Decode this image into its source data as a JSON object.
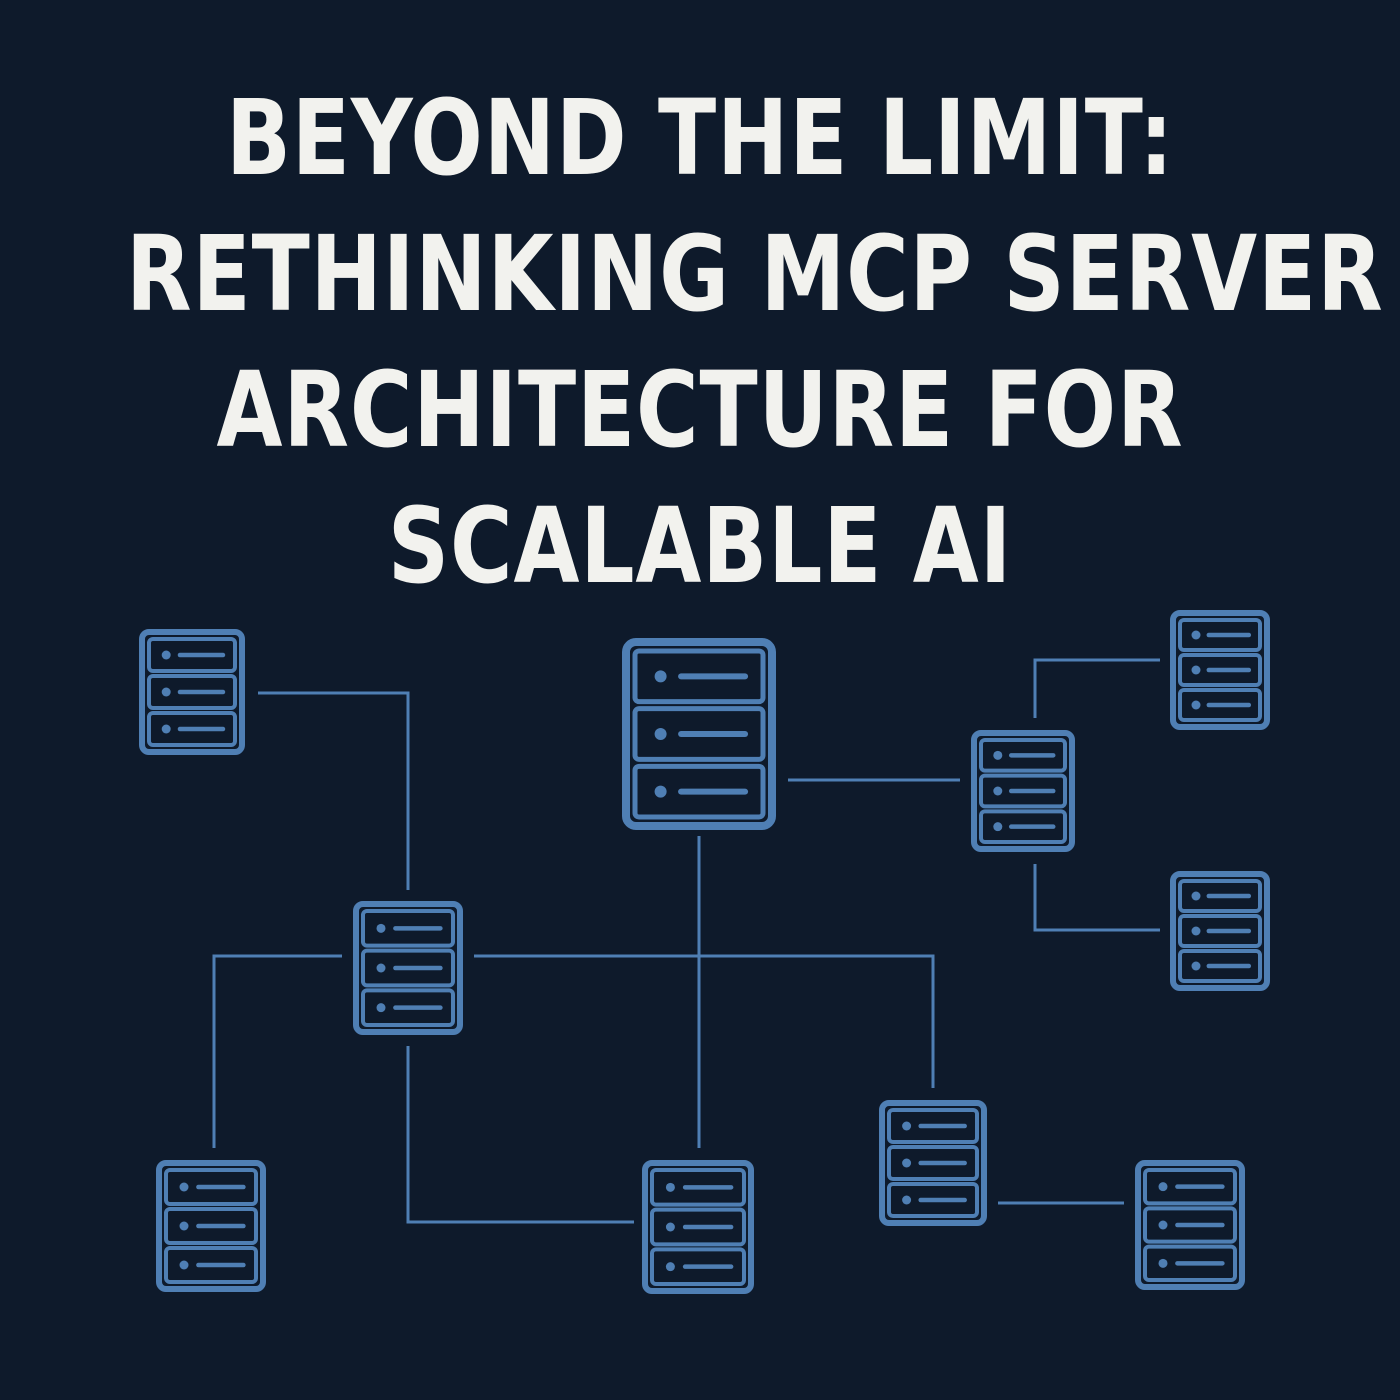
{
  "title": {
    "lines": [
      "BEYOND THE LIMIT:",
      "RETHINKING MCP SERVER",
      "ARCHITECTURE FOR",
      "SCALABLE AI"
    ]
  },
  "colors": {
    "background": "#0e1a2b",
    "title_text": "#f2f2ee",
    "server_stroke": "#4f7fb4",
    "connector": "#4f7fb4"
  },
  "diagram": {
    "node_icon": "server-rack-icon",
    "nodes": [
      {
        "id": "top-left"
      },
      {
        "id": "top-center-main"
      },
      {
        "id": "top-right"
      },
      {
        "id": "right-hub"
      },
      {
        "id": "right-middle"
      },
      {
        "id": "center-hub"
      },
      {
        "id": "bottom-left"
      },
      {
        "id": "bottom-center"
      },
      {
        "id": "bottom-right-hub"
      },
      {
        "id": "bottom-right"
      }
    ],
    "connections": [
      {
        "from": "top-left",
        "to": "center-hub"
      },
      {
        "from": "top-center-main",
        "to": "right-hub"
      },
      {
        "from": "top-center-main",
        "to": "bottom-center"
      },
      {
        "from": "right-hub",
        "to": "top-right"
      },
      {
        "from": "right-hub",
        "to": "right-middle"
      },
      {
        "from": "center-hub",
        "to": "bottom-left"
      },
      {
        "from": "center-hub",
        "to": "bottom-center"
      },
      {
        "from": "center-hub",
        "to": "bottom-right-hub"
      },
      {
        "from": "bottom-right-hub",
        "to": "bottom-right"
      }
    ]
  }
}
